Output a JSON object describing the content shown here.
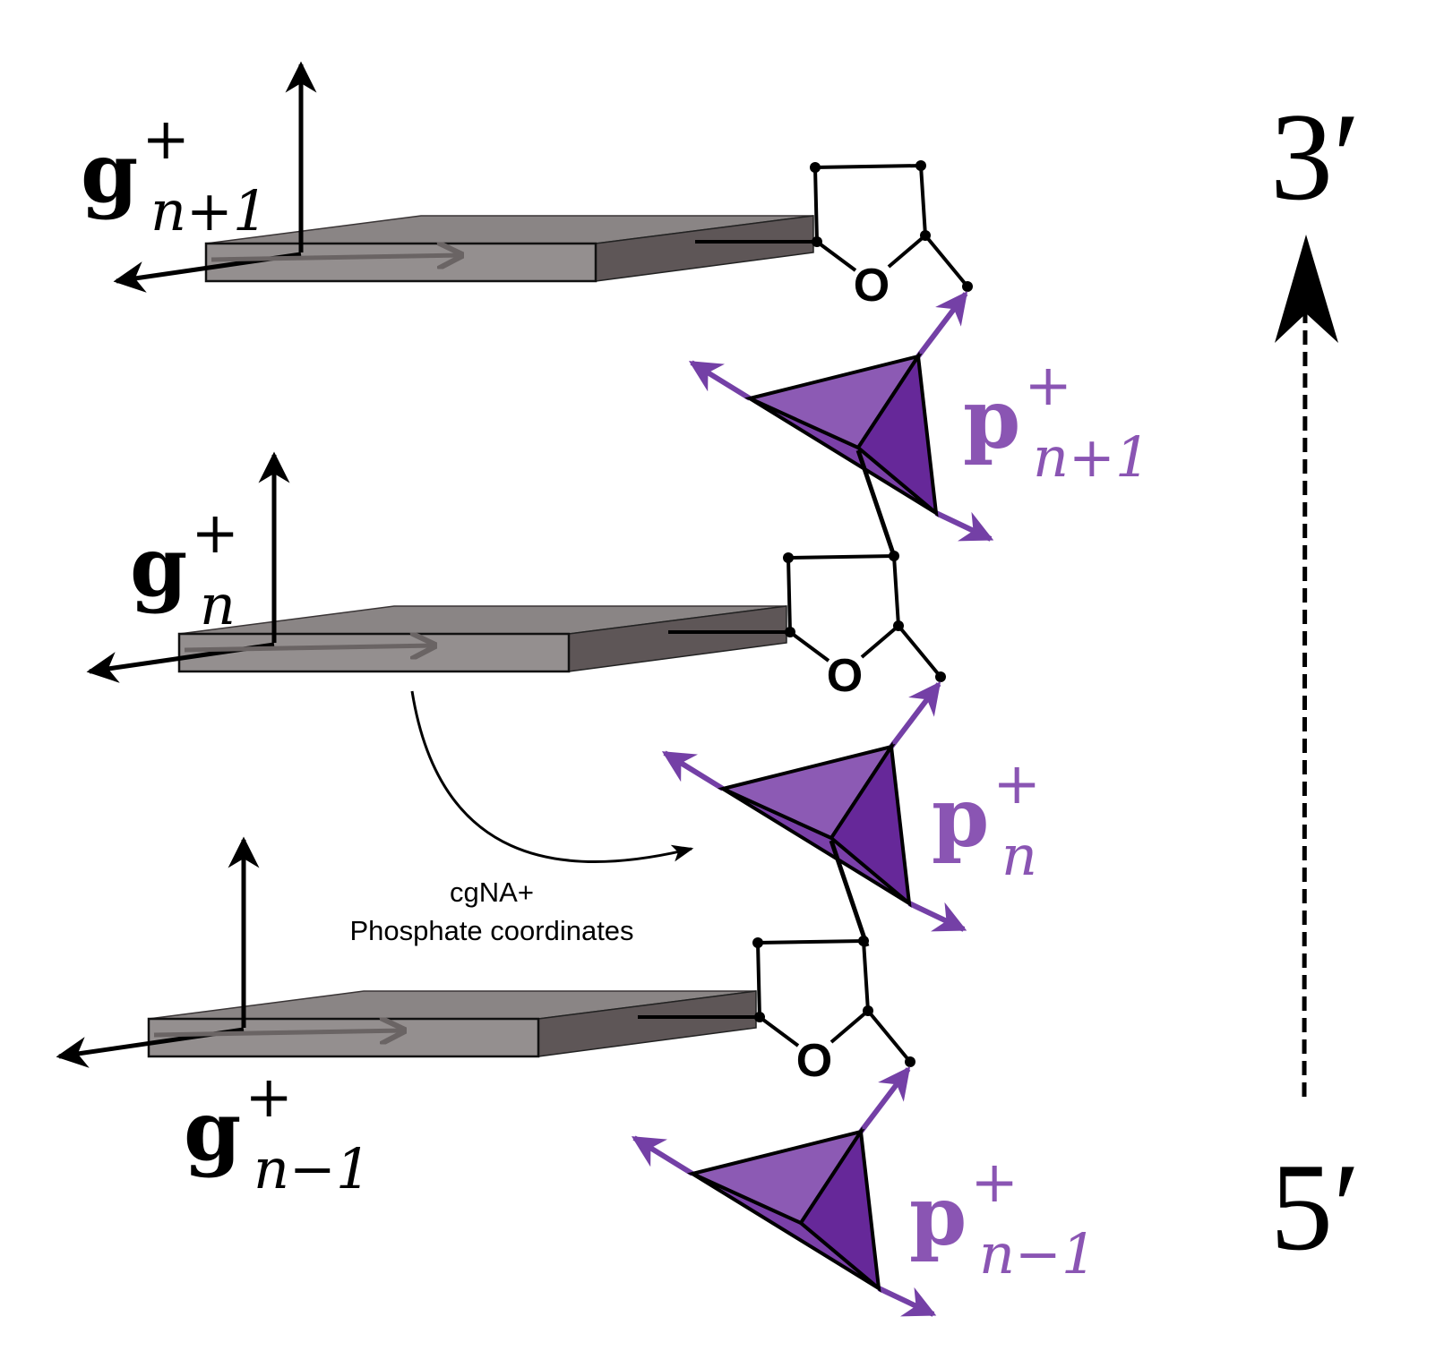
{
  "units": [
    {
      "base_label": {
        "base": "g",
        "sup": "+",
        "sub": "n+1"
      },
      "phosphate_label": {
        "base": "p",
        "sup": "+",
        "sub": "n+1"
      },
      "ring_atom": "O"
    },
    {
      "base_label": {
        "base": "g",
        "sup": "+",
        "sub": "n"
      },
      "phosphate_label": {
        "base": "p",
        "sup": "+",
        "sub": "n"
      },
      "ring_atom": "O"
    },
    {
      "base_label": {
        "base": "g",
        "sup": "+",
        "sub": "n−1"
      },
      "phosphate_label": {
        "base": "p",
        "sup": "+",
        "sub": "n−1"
      },
      "ring_atom": "O"
    }
  ],
  "caption": {
    "line1": "cgNA+",
    "line2": "Phosphate coordinates"
  },
  "strand_direction": {
    "top": "3′",
    "bottom": "5′"
  },
  "colors": {
    "purple_light": "#8c5ab4",
    "purple_dark": "#662899",
    "purple_mid": "#7a40a8",
    "arrow_purple": "#7440a6",
    "slab_front": "#948f8f",
    "slab_side": "#5e5657",
    "slab_top": "#8a8585"
  }
}
